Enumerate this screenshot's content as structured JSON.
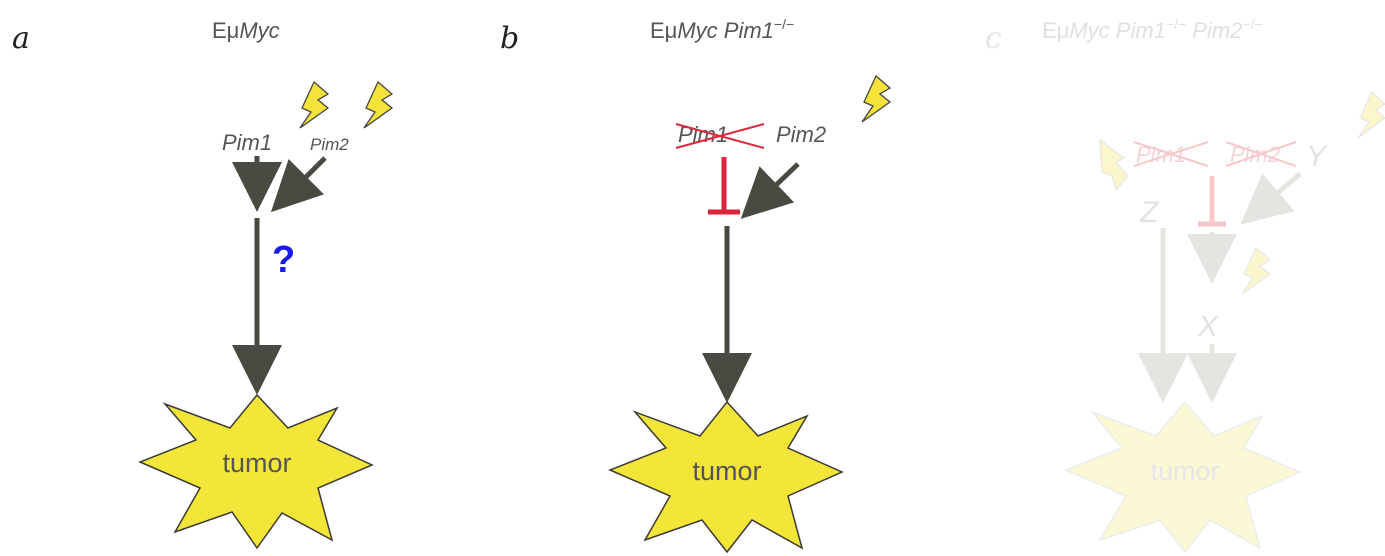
{
  "colors": {
    "arrow": "#4a4a42",
    "faded_arrow": "#e4e4e0",
    "text": "#555555",
    "faded_text": "#e2e2e2",
    "inhibit": "#e0253a",
    "faded_inhibit": "#f6c8cc",
    "tumor_fill": "#f4e638",
    "tumor_stroke": "#3a3a3a",
    "faded_tumor_fill": "#fbf8d6",
    "faded_tumor_stroke": "#ececec",
    "lightning": "#f6e33a",
    "question": "#1a1aee"
  },
  "panels": {
    "a": {
      "letter": "a",
      "title_prefix": "Eμ",
      "title_gene": "Myc",
      "gene1": "Pim1",
      "gene2": "Pim2",
      "question": "?",
      "tumor": "tumor"
    },
    "b": {
      "letter": "b",
      "title_prefix": "Eμ",
      "title_gene": "Myc Pim1",
      "title_sup": "−/−",
      "gene1": "Pim1",
      "gene2": "Pim2",
      "tumor": "tumor"
    },
    "c": {
      "letter": "c",
      "title_prefix": "Eμ",
      "title_gene1": "Myc Pim1",
      "title_sup1": "−/−",
      "title_gene2": " Pim2",
      "title_sup2": "−/−",
      "gene1": "Pim1",
      "gene2": "Pim2",
      "z": "Z",
      "y": "Y",
      "x": "X",
      "tumor": "tumor"
    }
  }
}
